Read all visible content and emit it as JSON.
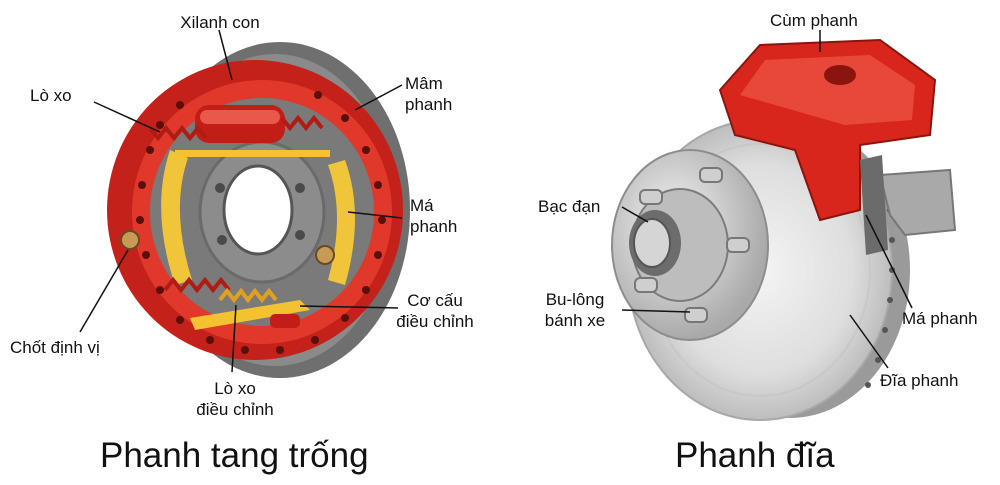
{
  "drum_brake": {
    "title": "Phanh tang trống",
    "labels": {
      "wheel_cylinder": "Xilanh con",
      "spring": "Lò xo",
      "backing_plate": "Mâm\nphanh",
      "brake_shoe": "Má\nphanh",
      "adjuster": "Cơ cấu\nđiều chỉnh",
      "adjuster_spring": "Lò xo\nđiều chỉnh",
      "hold_down_pin": "Chốt định vị"
    }
  },
  "disc_brake": {
    "title": "Phanh đĩa",
    "labels": {
      "caliper": "Cùm phanh",
      "bearing": "Bạc đạn",
      "wheel_bolt": "Bu-lông\nbánh xe",
      "brake_pad": "Má phanh",
      "rotor": "Đĩa phanh"
    }
  },
  "colors": {
    "red": "#d8261c",
    "dark_red": "#9a1a10",
    "gray": "#7d7d7d",
    "light_gray": "#d9d9d9",
    "yellow": "#f2c230"
  }
}
